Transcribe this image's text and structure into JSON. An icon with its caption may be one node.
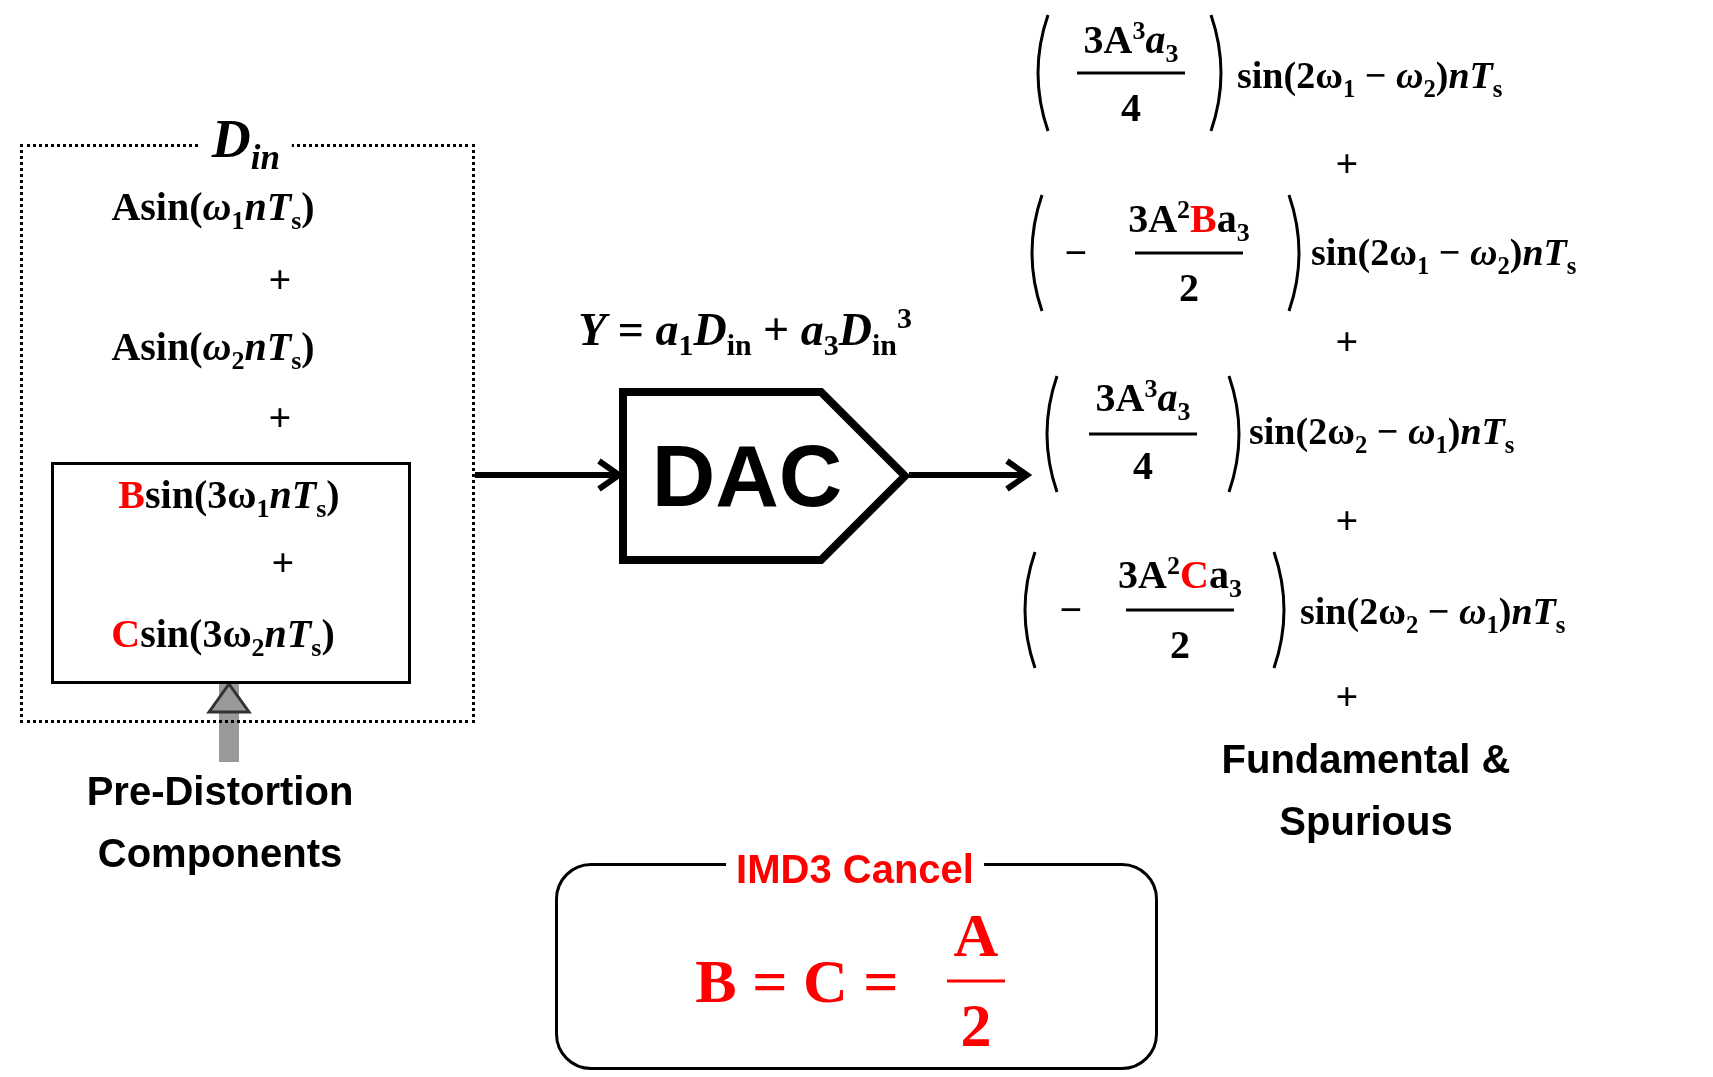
{
  "diagram": {
    "nodes": [
      {
        "text": [
          "D$_{in}$",
          "Asin(*ω*$_{1}$*nT*$_{s}$)",
          "+",
          "Asin(*ω*$_{2}$*nT*$_{s}$)",
          "+"
        ]
      },
      {
        "text": [
          "**B**sin(3ω$_{1}$*nT*$_{s}$)",
          "+",
          "**C**sin(3ω$_{2}$*nT*$_{s}$)"
        ],
        "in": 0
      },
      {
        "text": [
          "Pre-Distortion Components"
        ]
      },
      {
        "text": [
          "DAC"
        ],
        "beside": [
          "*Y* = *a*$_{1}$*D*$_{in}$ + *a*$_{3}$*D*$_{in}$$^{3}$"
        ]
      },
      {
        "text": [
          "3A$^{3}$*a*$_{3}$",
          "4",
          "sin(2ω$_{1}$ − *ω*$_{2}$)*nT*$_{s}$",
          "+",
          "−",
          "3A$^{2}$**B**a$_{3}$",
          "2",
          "sin(2ω$_{1}$ − *ω*$_{2}$)*nT*$_{s}$",
          "+",
          "3A$^{3}$*a*$_{3}$",
          "4",
          "sin(2ω$_{2}$ − *ω*$_{1}$)*nT*$_{s}$",
          "+",
          "−",
          "3A$^{2}$**C**a$_{3}$",
          "2",
          "sin(2ω$_{2}$ − *ω*$_{1}$)*nT*$_{s}$",
          "+",
          "Fundamental & Spurious"
        ]
      },
      {
        "text": [
          "IMD3 Cancel",
          "B = C =",
          "A",
          "2"
        ]
      }
    ],
    "edges": [
      {
        "from": 0,
        "to": 3,
        "arrow": "to"
      },
      {
        "from": 3,
        "to": 4,
        "arrow": "to"
      },
      {
        "from": 2,
        "to": 1,
        "arrow": "to",
        "style": "thick",
        "color": "#999999"
      }
    ]
  }
}
